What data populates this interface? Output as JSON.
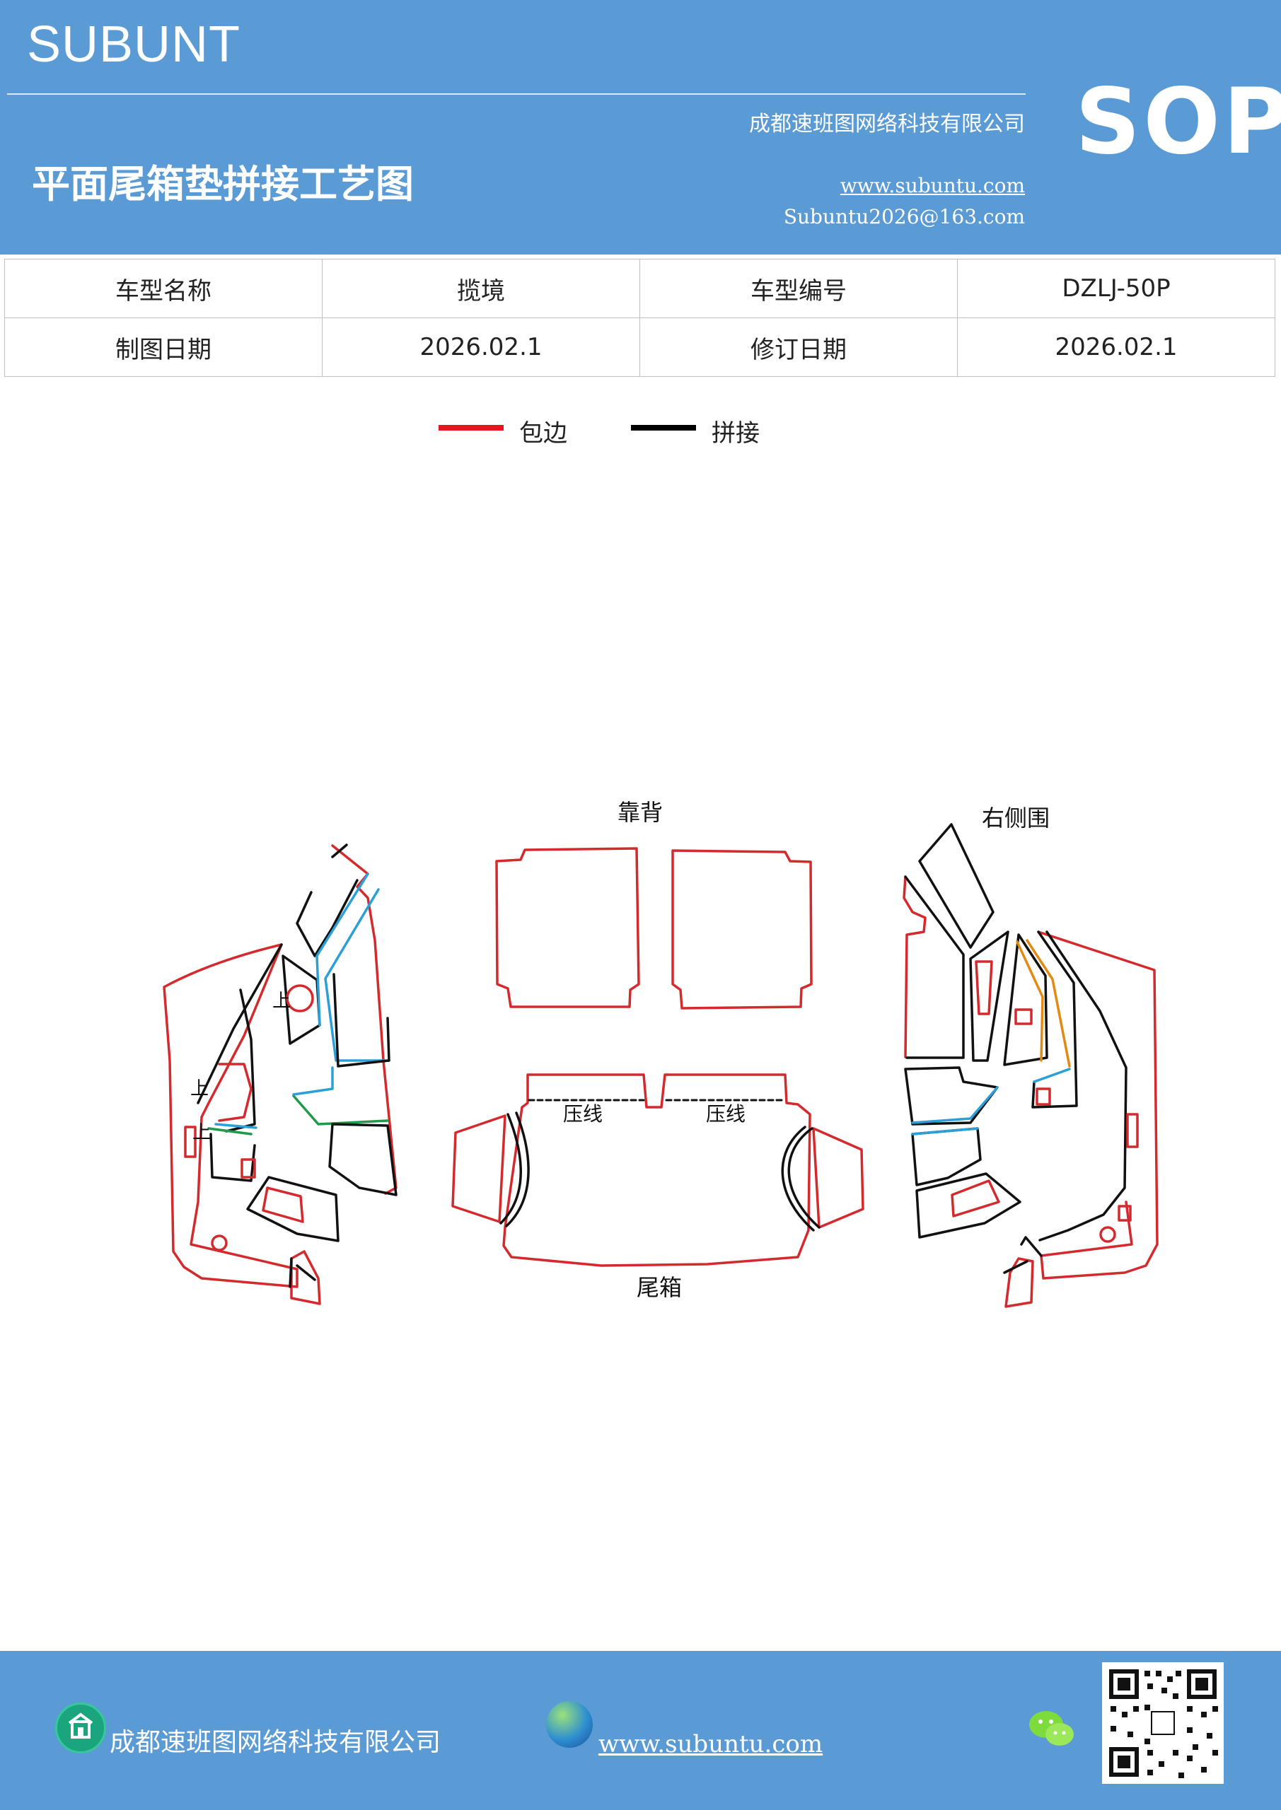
{
  "header": {
    "brand": "SUBUNT",
    "company": "成都速班图网络科技有限公司",
    "title": "平面尾箱垫拼接工艺图",
    "website": "www.subuntu.com",
    "email": "Subuntu2026@163.com",
    "badge": "SOP",
    "background_color": "#5b9bd5"
  },
  "info_table": {
    "rows": [
      [
        "车型名称",
        "揽境",
        "车型编号",
        "DZLJ-50P"
      ],
      [
        "制图日期",
        "2026.02.1",
        "修订日期",
        "2026.02.1"
      ]
    ]
  },
  "legend": [
    {
      "label": "包边",
      "color": "#e8141e"
    },
    {
      "label": "拼接",
      "color": "#000000"
    }
  ],
  "diagram": {
    "labels": {
      "backrest": "靠背",
      "trunk": "尾箱",
      "right_side": "右侧围",
      "crease_1": "压线",
      "crease_2": "压线",
      "up_1": "上",
      "up_2": "上",
      "up_3": "上"
    },
    "colors": {
      "edge": "#d42a2e",
      "seam": "#111111",
      "blue": "#2aa0d6",
      "green": "#1f9a4a",
      "orange": "#e28a14"
    }
  },
  "footer": {
    "company": "成都速班图网络科技有限公司",
    "website": "www.subuntu.com",
    "icons": [
      "building-icon",
      "globe-icon",
      "wechat-icon",
      "qr-code"
    ]
  }
}
